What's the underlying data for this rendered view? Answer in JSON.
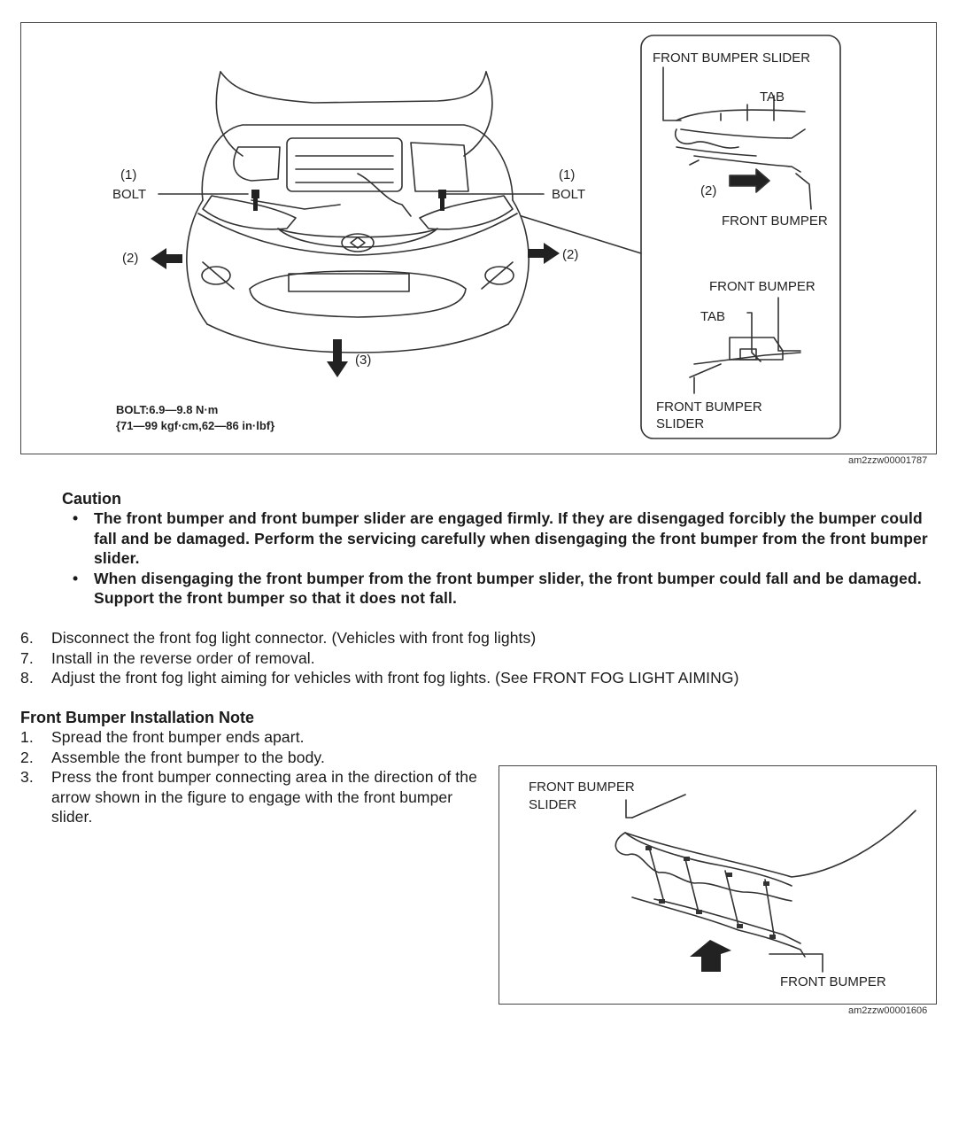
{
  "figure1": {
    "bolt_num_left": "(1)",
    "bolt_label_left": "BOLT",
    "bolt_num_right": "(1)",
    "bolt_label_right": "BOLT",
    "arrow2_left": "(2)",
    "arrow2_right": "(2)",
    "arrow3": "(3)",
    "torque_line1": "BOLT:6.9—9.8 N·m",
    "torque_line2": "{71—99 kgf·cm,62—86 in·lbf}",
    "inset": {
      "slider_top": "FRONT BUMPER SLIDER",
      "tab_top": "TAB",
      "arrow_num": "(2)",
      "bumper_top": "FRONT BUMPER",
      "bumper_mid": "FRONT BUMPER",
      "tab_mid": "TAB",
      "slider_bottom_1": "FRONT BUMPER",
      "slider_bottom_2": "SLIDER"
    },
    "figure_id": "am2zzw00001787"
  },
  "caution": {
    "title": "Caution",
    "bullet": "•",
    "items": [
      "The front bumper and front bumper slider are engaged firmly. If they are disengaged forcibly the bumper could fall and be damaged. Perform the servicing carefully when disengaging the front bumper from the front bumper slider.",
      "When disengaging the front bumper from the front bumper slider, the front bumper could fall and be damaged. Support the front bumper so that it does not fall."
    ]
  },
  "steps": [
    {
      "num": "6.",
      "text": "Disconnect the front fog light connector. (Vehicles with front fog lights)"
    },
    {
      "num": "7.",
      "text": "Install in the reverse order of removal."
    },
    {
      "num": "8.",
      "text": "Adjust the front fog light aiming for vehicles with front fog lights. (See FRONT FOG LIGHT AIMING)"
    }
  ],
  "installation_note": {
    "title": "Front Bumper Installation Note",
    "steps": [
      {
        "num": "1.",
        "text": "Spread the front bumper ends apart."
      },
      {
        "num": "2.",
        "text": "Assemble the front bumper to the body."
      },
      {
        "num": "3.",
        "text": "Press the front bumper connecting area in the direction of the arrow shown in the figure to engage with the front bumper slider."
      }
    ]
  },
  "figure2": {
    "slider_label_1": "FRONT BUMPER",
    "slider_label_2": "SLIDER",
    "bumper_label": "FRONT BUMPER",
    "figure_id": "am2zzw00001606"
  }
}
